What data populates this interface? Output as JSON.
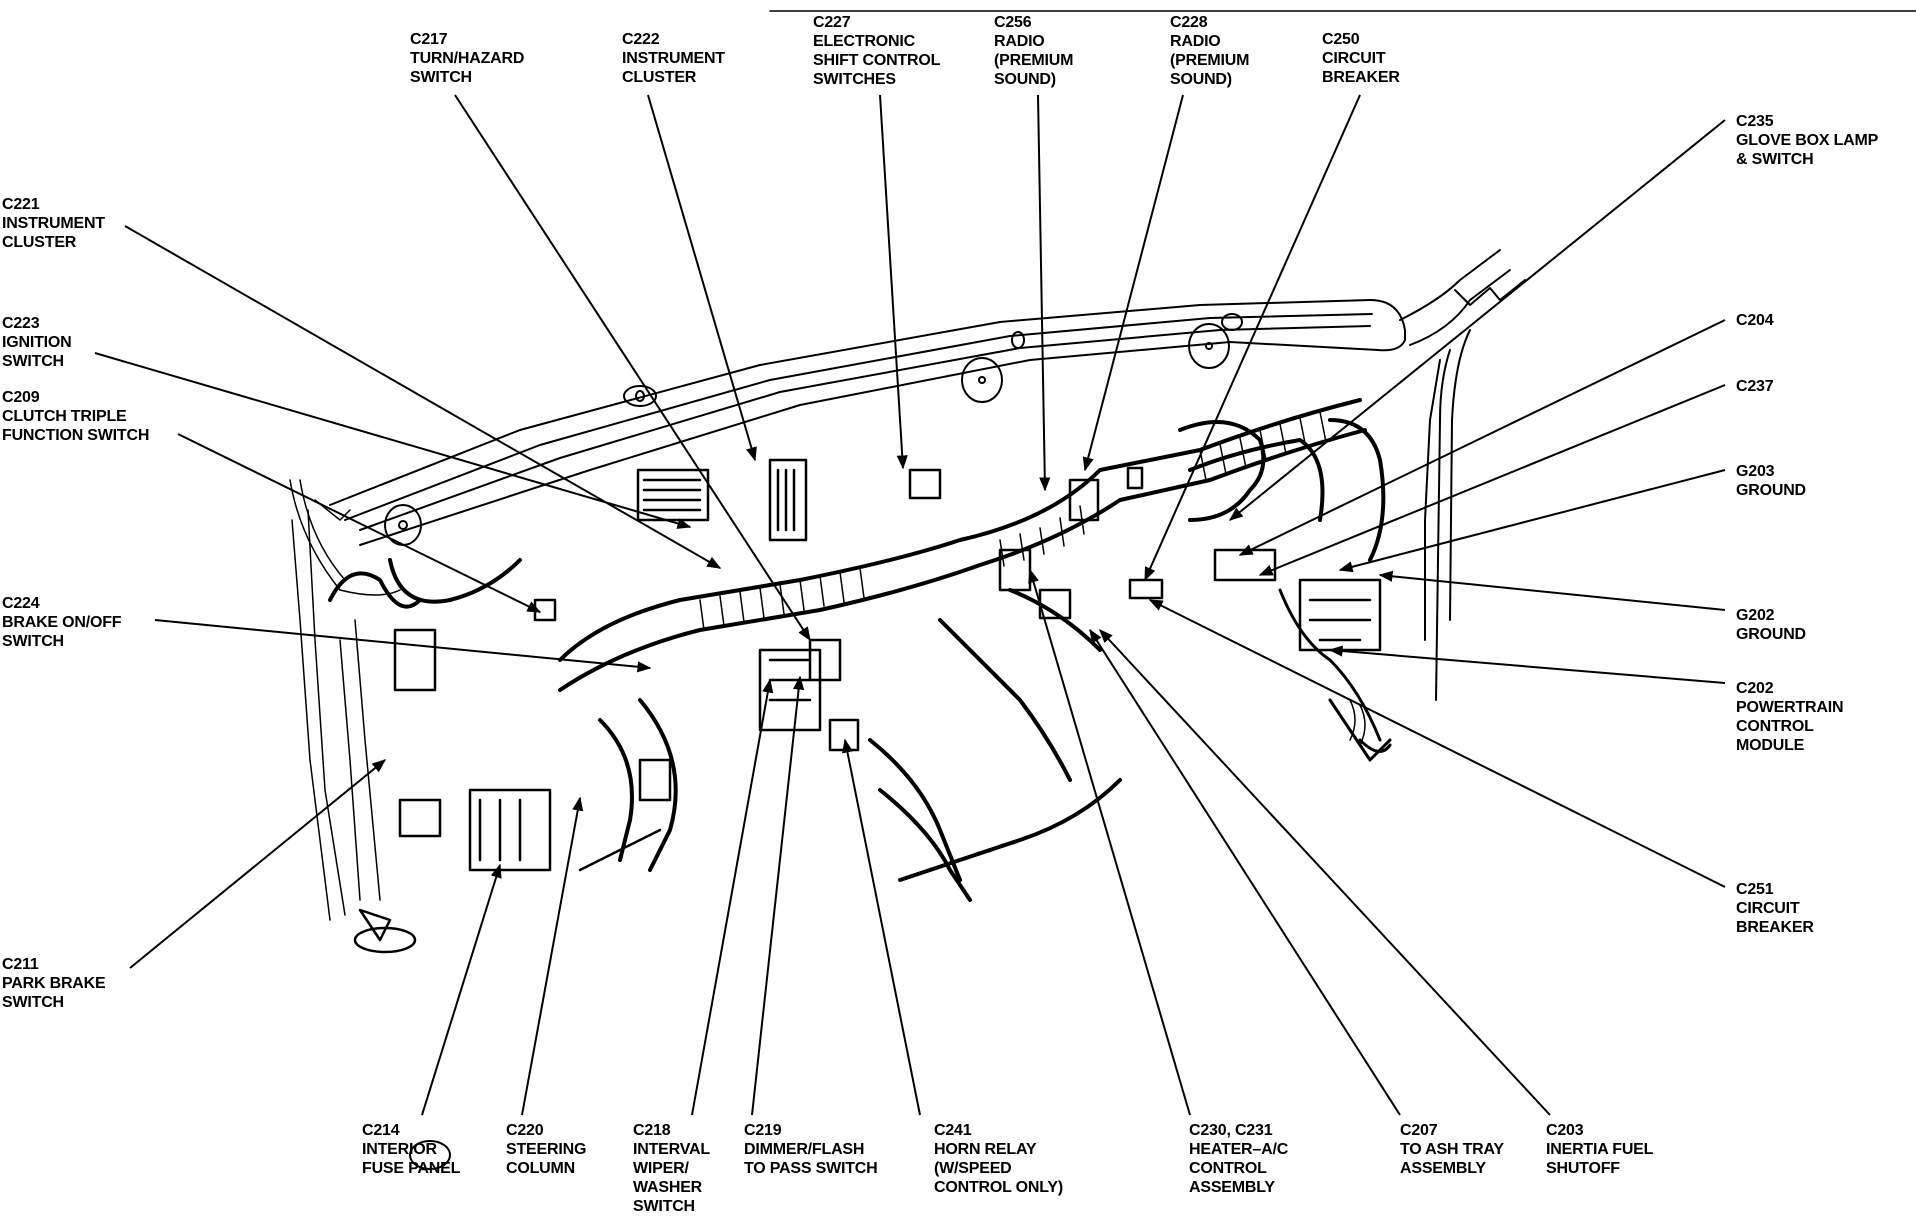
{
  "diagram": {
    "subject": "Instrument panel wiring harness connector locations",
    "line_color": "#000000",
    "background": "#ffffff",
    "callouts": [
      {
        "id": "C217",
        "lines": [
          "C217",
          "TURN/HAZARD",
          "SWITCH"
        ],
        "side": "top"
      },
      {
        "id": "C222",
        "lines": [
          "C222",
          "INSTRUMENT",
          "CLUSTER"
        ],
        "side": "top"
      },
      {
        "id": "C227",
        "lines": [
          "C227",
          "ELECTRONIC",
          "SHIFT CONTROL",
          "SWITCHES"
        ],
        "side": "top"
      },
      {
        "id": "C256",
        "lines": [
          "C256",
          "RADIO",
          "(PREMIUM",
          "SOUND)"
        ],
        "side": "top"
      },
      {
        "id": "C228",
        "lines": [
          "C228",
          "RADIO",
          "(PREMIUM",
          "SOUND)"
        ],
        "side": "top"
      },
      {
        "id": "C250",
        "lines": [
          "C250",
          "CIRCUIT",
          "BREAKER"
        ],
        "side": "top"
      },
      {
        "id": "C235",
        "lines": [
          "C235",
          "GLOVE BOX LAMP",
          "& SWITCH"
        ],
        "side": "right"
      },
      {
        "id": "C204",
        "lines": [
          "C204"
        ],
        "side": "right"
      },
      {
        "id": "C237",
        "lines": [
          "C237"
        ],
        "side": "right"
      },
      {
        "id": "G203",
        "lines": [
          "G203",
          "GROUND"
        ],
        "side": "right"
      },
      {
        "id": "G202",
        "lines": [
          "G202",
          "GROUND"
        ],
        "side": "right"
      },
      {
        "id": "C202",
        "lines": [
          "C202",
          "POWERTRAIN",
          "CONTROL",
          "MODULE"
        ],
        "side": "right"
      },
      {
        "id": "C251",
        "lines": [
          "C251",
          "CIRCUIT",
          "BREAKER"
        ],
        "side": "right"
      },
      {
        "id": "C221",
        "lines": [
          "C221",
          "INSTRUMENT",
          "CLUSTER"
        ],
        "side": "left"
      },
      {
        "id": "C223",
        "lines": [
          "C223",
          "IGNITION",
          "SWITCH"
        ],
        "side": "left"
      },
      {
        "id": "C209",
        "lines": [
          "C209",
          "CLUTCH TRIPLE",
          "FUNCTION SWITCH"
        ],
        "side": "left"
      },
      {
        "id": "C224",
        "lines": [
          "C224",
          "BRAKE ON/OFF",
          "SWITCH"
        ],
        "side": "left"
      },
      {
        "id": "C211",
        "lines": [
          "C211",
          "PARK BRAKE",
          "SWITCH"
        ],
        "side": "left"
      },
      {
        "id": "C214",
        "lines": [
          "C214",
          "INTERIOR",
          "FUSE PANEL"
        ],
        "side": "bottom"
      },
      {
        "id": "C220",
        "lines": [
          "C220",
          "STEERING",
          "COLUMN"
        ],
        "side": "bottom"
      },
      {
        "id": "C218",
        "lines": [
          "C218",
          "INTERVAL",
          "WIPER/",
          "WASHER",
          "SWITCH"
        ],
        "side": "bottom"
      },
      {
        "id": "C219",
        "lines": [
          "C219",
          "DIMMER/FLASH",
          "TO PASS SWITCH"
        ],
        "side": "bottom"
      },
      {
        "id": "C241",
        "lines": [
          "C241",
          "HORN RELAY",
          "(W/SPEED",
          "CONTROL ONLY)"
        ],
        "side": "bottom"
      },
      {
        "id": "C230-C231",
        "lines": [
          "C230, C231",
          "HEATER–A/C",
          "CONTROL",
          "ASSEMBLY"
        ],
        "side": "bottom"
      },
      {
        "id": "C207",
        "lines": [
          "C207",
          "TO ASH TRAY",
          "ASSEMBLY"
        ],
        "side": "bottom"
      },
      {
        "id": "C203",
        "lines": [
          "C203",
          "INERTIA FUEL",
          "SHUTOFF"
        ],
        "side": "bottom"
      }
    ]
  }
}
